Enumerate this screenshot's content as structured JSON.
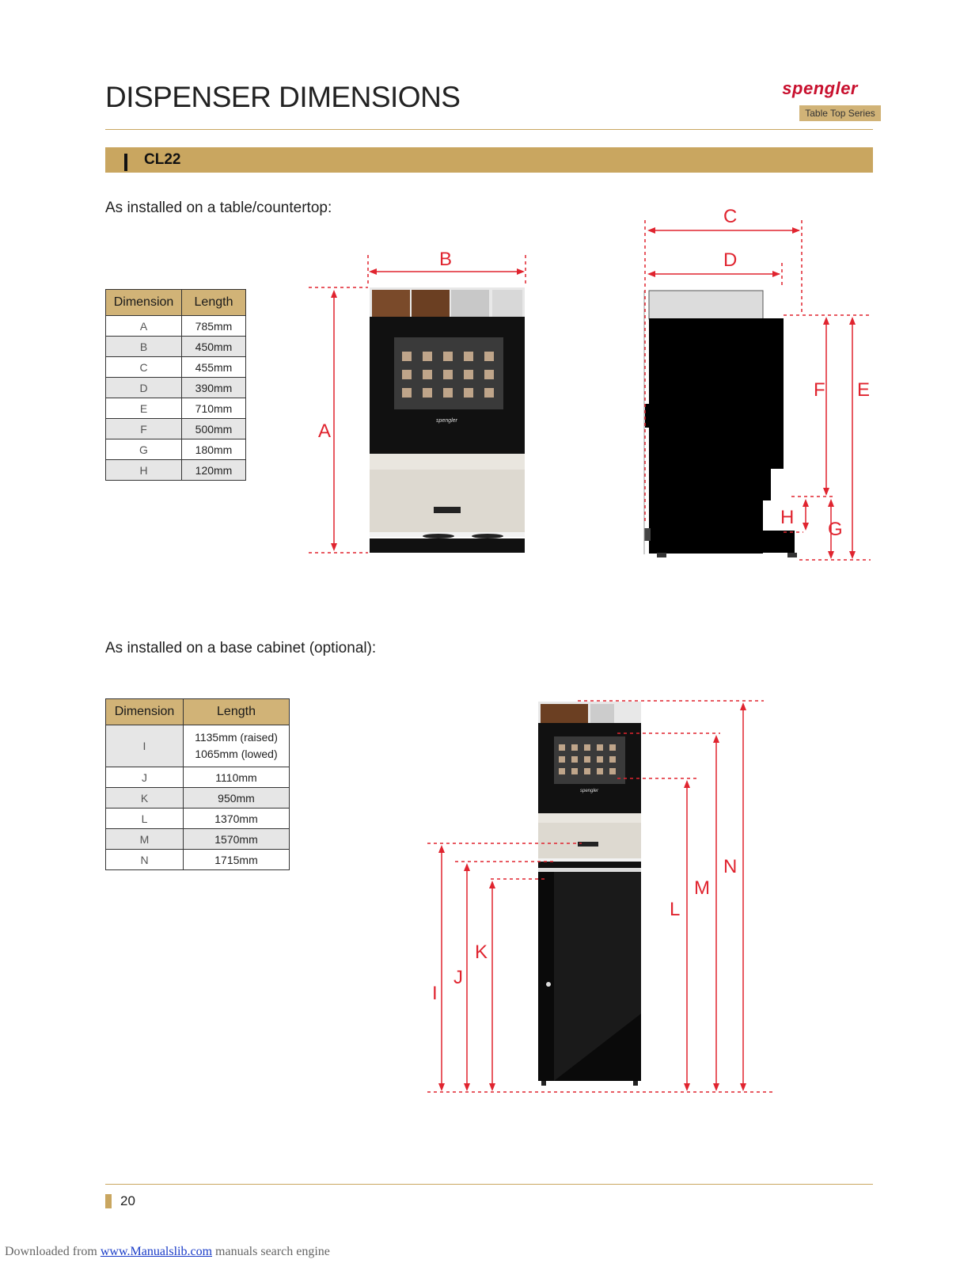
{
  "header": {
    "title": "DISPENSER DIMENSIONS",
    "brand": "spengler",
    "series": "Table Top Series"
  },
  "section": {
    "label": "CL22"
  },
  "countertop": {
    "caption": "As installed on a table/countertop:",
    "table": {
      "headers": [
        "Dimension",
        "Length"
      ],
      "rows": [
        {
          "dim": "A",
          "length": "785mm"
        },
        {
          "dim": "B",
          "length": "450mm"
        },
        {
          "dim": "C",
          "length": "455mm"
        },
        {
          "dim": "D",
          "length": "390mm"
        },
        {
          "dim": "E",
          "length": "710mm"
        },
        {
          "dim": "F",
          "length": "500mm"
        },
        {
          "dim": "G",
          "length": "180mm"
        },
        {
          "dim": "H",
          "length": "120mm"
        }
      ]
    },
    "front_labels": {
      "A": "A",
      "B": "B"
    },
    "side_labels": {
      "C": "C",
      "D": "D",
      "E": "E",
      "F": "F",
      "G": "G",
      "H": "H"
    },
    "screen_brand": "spengler"
  },
  "cabinet": {
    "caption": "As installed on a base cabinet (optional):",
    "table": {
      "headers": [
        "Dimension",
        "Length"
      ],
      "rows": [
        {
          "dim": "I",
          "length_1": "1135mm (raised)",
          "length_2": "1065mm (lowed)"
        },
        {
          "dim": "J",
          "length": "1110mm"
        },
        {
          "dim": "K",
          "length": "950mm"
        },
        {
          "dim": "L",
          "length": "1370mm"
        },
        {
          "dim": "M",
          "length": "1570mm"
        },
        {
          "dim": "N",
          "length": "1715mm"
        }
      ]
    },
    "labels": {
      "I": "I",
      "J": "J",
      "K": "K",
      "L": "L",
      "M": "M",
      "N": "N"
    },
    "screen_brand": "spengler"
  },
  "footer": {
    "page_number": "20",
    "download_prefix": "Downloaded from ",
    "download_link": "www.Manualslib.com",
    "download_suffix": " manuals search engine"
  },
  "colors": {
    "accent_gold": "#c9a660",
    "table_header": "#d1b377",
    "dimension_red": "#e0242f",
    "brand_red": "#c8102e"
  }
}
